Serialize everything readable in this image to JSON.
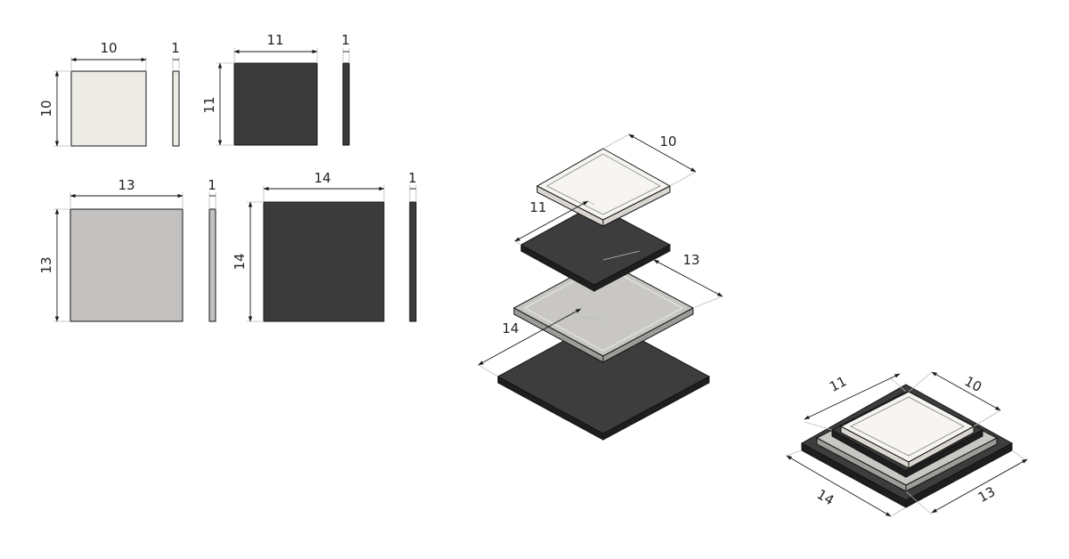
{
  "colors": {
    "cream_face": "#ecebe6",
    "cream_top": "#f6f5f1",
    "cream_side": "#d9d7d0",
    "charcoal_face": "#3b3b3b",
    "charcoal_top": "#3d3d3d",
    "charcoal_side": "#1e1e1e",
    "grey_face": "#c2c1bf",
    "grey_top": "#c8c7c4",
    "grey_side": "#9d9c99",
    "outline": "#151515"
  },
  "plates": [
    {
      "name": "plate-10",
      "color": "cream",
      "size": "10",
      "thickness": "1"
    },
    {
      "name": "plate-11",
      "color": "charcoal",
      "size": "11",
      "thickness": "1"
    },
    {
      "name": "plate-13",
      "color": "grey",
      "size": "13",
      "thickness": "1"
    },
    {
      "name": "plate-14",
      "color": "charcoal",
      "size": "14",
      "thickness": "1"
    }
  ],
  "ortho_labels": {
    "p10_width": "10",
    "p10_height": "10",
    "p10_thickness": "1",
    "p11_width": "11",
    "p11_height": "11",
    "p11_thickness": "1",
    "p13_width": "13",
    "p13_height": "13",
    "p13_thickness": "1",
    "p14_width": "14",
    "p14_height": "14",
    "p14_thickness": "1"
  },
  "exploded_labels": {
    "p10": "10",
    "p11": "11",
    "p13": "13",
    "p14": "14"
  },
  "stacked_labels": {
    "p11": "11",
    "p10": "10",
    "p14": "14",
    "p13": "13"
  }
}
